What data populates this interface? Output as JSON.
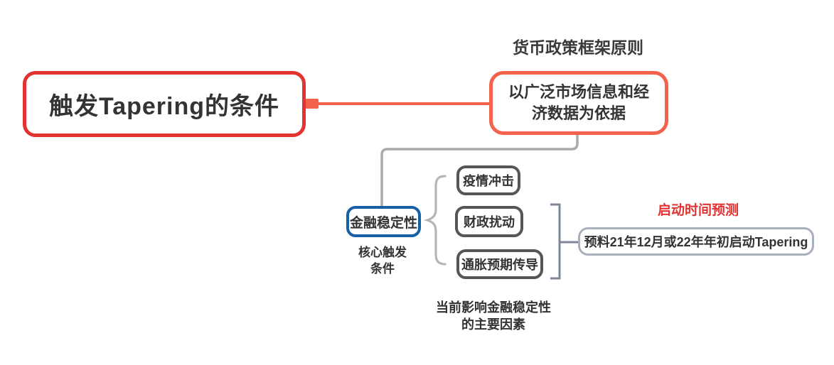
{
  "colors": {
    "root_border": "#e23333",
    "branch": "#f4624e",
    "stability_border": "#1760a6",
    "factor_border": "#565656",
    "timing_border": "#a9b0bd",
    "wire": "#ababab",
    "brace": "#b5b5b5",
    "bracket": "#7e8798",
    "text": "#333333",
    "accent_red": "#e23333"
  },
  "map": {
    "root": {
      "label": "触发Tapering的条件"
    },
    "principle": {
      "title": "货币政策框架原则",
      "lines": [
        "以广泛市场信息和经",
        "济数据为依据"
      ]
    },
    "stability": {
      "label": "金融稳定性",
      "caption_lines": [
        "核心触发",
        "条件"
      ]
    },
    "factors": {
      "items": [
        {
          "label": "疫情冲击"
        },
        {
          "label": "财政扰动"
        },
        {
          "label": "通胀预期传导"
        }
      ],
      "caption_lines": [
        "当前影响金融稳定性",
        "的主要因素"
      ]
    },
    "timing": {
      "title": "启动时间预测",
      "label": "预料21年12月或22年年初启动Tapering"
    }
  }
}
